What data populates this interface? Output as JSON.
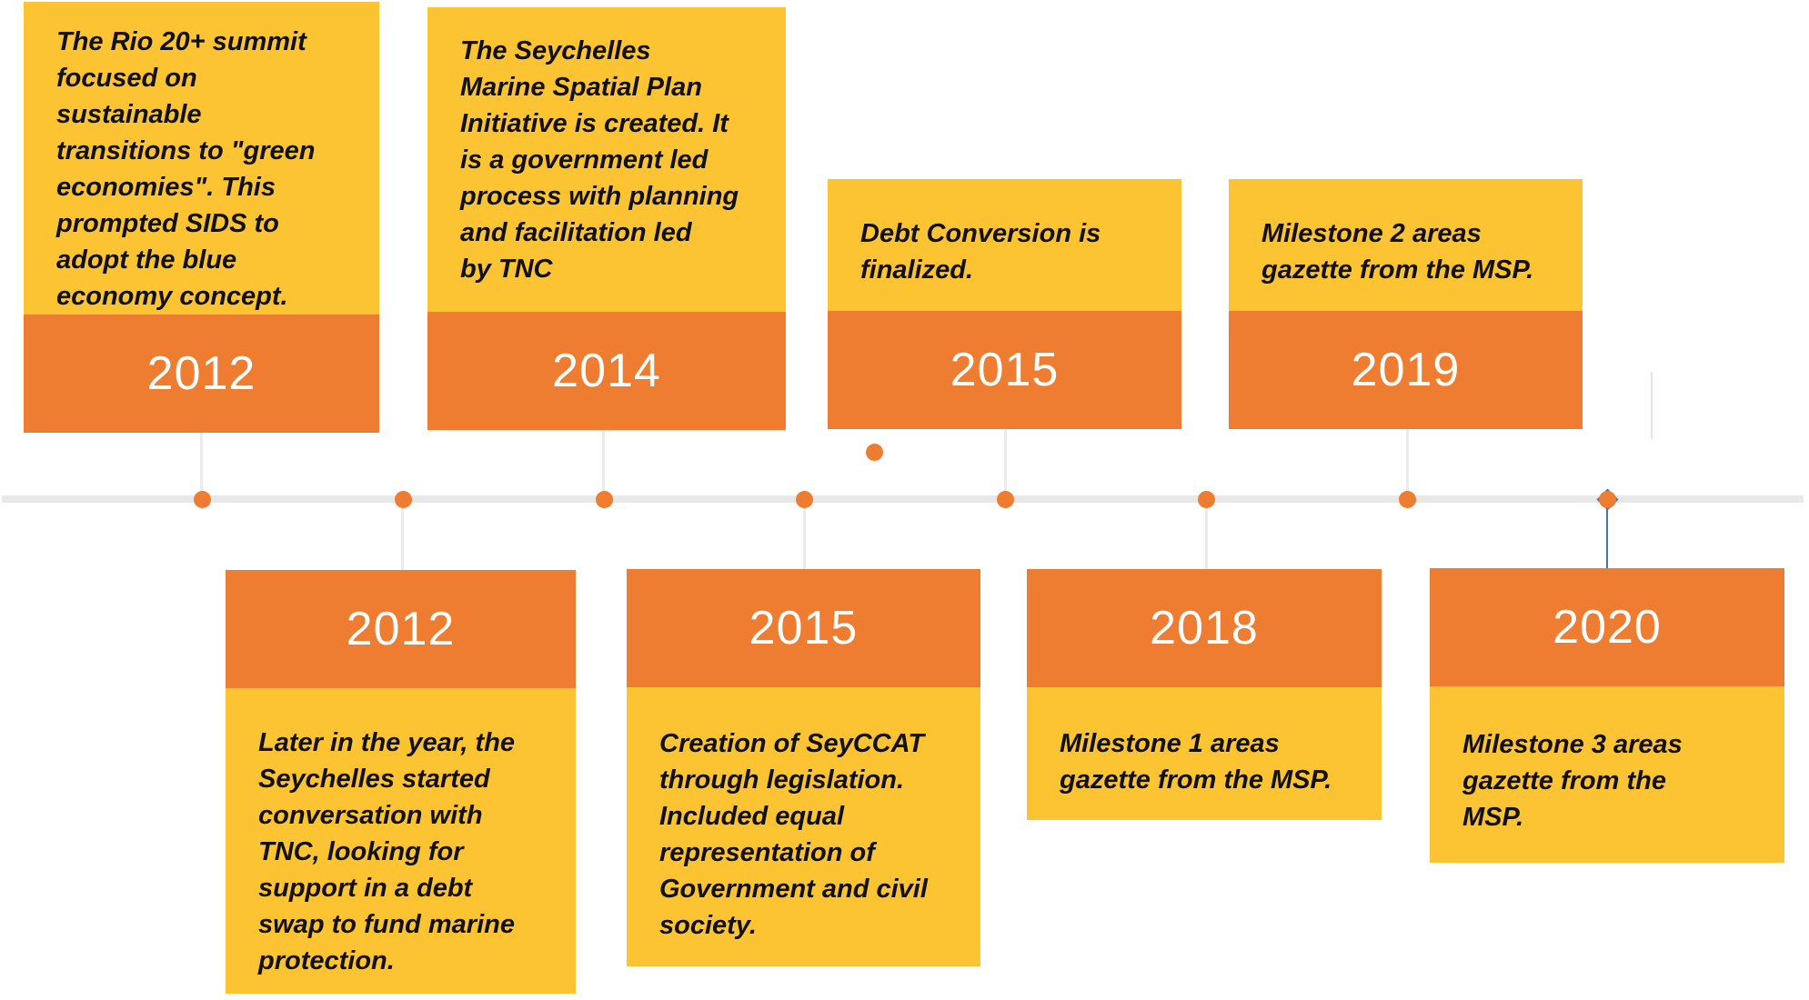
{
  "diagram": {
    "type": "timeline",
    "orientation": "horizontal",
    "colors": {
      "year_band": "#EE7D31",
      "card_body": "#FCC433",
      "timeline_line": "#E8E8E8",
      "connector": "#EBEBEB",
      "marker_dot": "#EE7D31",
      "endpoint_diamond_blue": "#4472C4",
      "year_text": "#FFFFFF",
      "body_text": "#111111"
    },
    "markers": {
      "dots_on_line": 7,
      "floating_dot_above_line": 1,
      "diamond_endpoint": 1
    }
  },
  "cards": [
    {
      "year": "2012",
      "position": "above",
      "text": "The Rio 20+ summit\nfocused on\nsustainable\ntransitions to \"green\neconomies\". This\nprompted SIDS to\nadopt the blue\neconomy concept."
    },
    {
      "year": "2014",
      "position": "above",
      "text": "The Seychelles\nMarine Spatial Plan\nInitiative is created. It\nis a government led\nprocess with planning\nand  facilitation led\nby TNC"
    },
    {
      "year": "2015",
      "position": "above",
      "text": "Debt Conversion is\nfinalized."
    },
    {
      "year": "2019",
      "position": "above",
      "text": "Milestone 2 areas\ngazette from the MSP."
    },
    {
      "year": "2012",
      "position": "below",
      "text": "Later in the year, the\nSeychelles started\nconversation with\nTNC, looking for\nsupport in a debt\nswap to fund marine\nprotection."
    },
    {
      "year": "2015",
      "position": "below",
      "text": "Creation of SeyCCAT\nthrough legislation.\nIncluded equal\nrepresentation of\nGovernment and civil\nsociety."
    },
    {
      "year": "2018",
      "position": "below",
      "text": "Milestone 1 areas\ngazette from the MSP."
    },
    {
      "year": "2020",
      "position": "below",
      "text": "Milestone 3 areas\ngazette from the\nMSP."
    }
  ]
}
